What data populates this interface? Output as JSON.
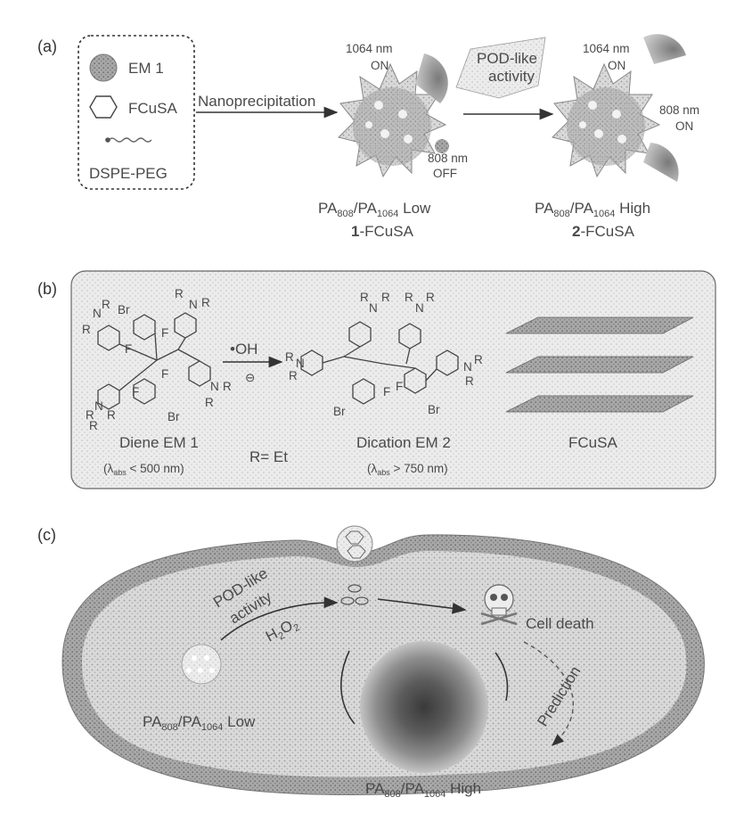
{
  "panel_a": {
    "label": "(a)",
    "legend": [
      "EM 1",
      "FCuSA",
      "DSPE-PEG"
    ],
    "step1": "Nanoprecipitation",
    "step2": [
      "POD-like",
      "activity"
    ],
    "np1": {
      "laser_on": [
        "1064 nm",
        "ON"
      ],
      "laser_off": [
        "808 nm",
        "OFF"
      ],
      "ratio_pre": "PA",
      "ratio_sub1": "808",
      "ratio_mid": "/PA",
      "ratio_sub2": "1064",
      "ratio_post": " Low",
      "name_num": "1",
      "name_rest": "-FCuSA"
    },
    "np2": {
      "laser_a": [
        "1064 nm",
        "ON"
      ],
      "laser_b": [
        "808 nm",
        "ON"
      ],
      "ratio_pre": "PA",
      "ratio_sub1": "808",
      "ratio_mid": "/PA",
      "ratio_sub2": "1064",
      "ratio_post": " High",
      "name_num": "2",
      "name_rest": "-FCuSA"
    }
  },
  "panel_b": {
    "label": "(b)",
    "reagent": "•OH",
    "minus": "⊖",
    "mol1": "Diene EM 1",
    "mol1_abs_pre": "(λ",
    "mol1_abs_sub": "abs",
    "mol1_abs_post": " < 500 nm)",
    "r_def": "R= Et",
    "mol2": "Dication EM 2",
    "mol2_abs_pre": "(λ",
    "mol2_abs_sub": "abs",
    "mol2_abs_post": " > 750 nm)",
    "mol3": "FCuSA",
    "atoms": {
      "r": "R",
      "n": "N",
      "br": "Br",
      "f": "F"
    }
  },
  "panel_c": {
    "label": "(c)",
    "pod": [
      "POD-like",
      "activity"
    ],
    "h2o2_pre": "H",
    "h2o2_sub1": "2",
    "h2o2_mid": "O",
    "h2o2_sub2": "2",
    "cell_death": "Cell death",
    "prediction": "Prediction",
    "low_pre": "PA",
    "low_sub1": "808",
    "low_mid": "/PA",
    "low_sub2": "1064",
    "low_post": " Low",
    "high_pre": "PA",
    "high_sub1": "808",
    "high_mid": "/PA",
    "high_sub2": "1064",
    "high_post": " High"
  }
}
